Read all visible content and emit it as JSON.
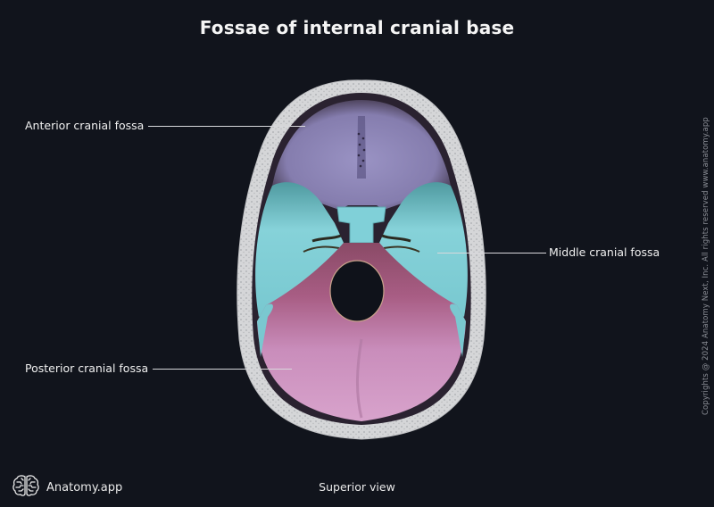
{
  "header": {
    "title": "Fossae of internal cranial base"
  },
  "labels": {
    "anterior": "Anterior cranial fossa",
    "middle": "Middle cranial fossa",
    "posterior": "Posterior cranial fossa"
  },
  "footer": {
    "brand": "Anatomy.app",
    "view": "Superior view",
    "copyright": "Copyrights @ 2024 Anatomy Next, Inc. All rights reserved www.anatomy.app"
  },
  "colors": {
    "background": "#11141c",
    "bone": "#d9dadc",
    "anterior_fossa": "#8e86b8",
    "middle_fossa": "#7fcfd6",
    "posterior_fossa": "#c88db8",
    "leader_line": "#d8d8dc"
  },
  "icons": {
    "brand_logo": "brain-icon"
  }
}
